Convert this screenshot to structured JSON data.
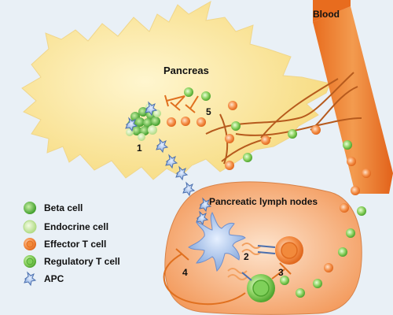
{
  "labels": {
    "pancreas": "Pancreas",
    "blood": "Blood",
    "lymph_nodes": "Pancreatic lymph nodes"
  },
  "step_numbers": {
    "step1": "1",
    "step2": "2",
    "step3": "3",
    "step4": "4",
    "step5": "5"
  },
  "legend": [
    {
      "label": "Beta cell",
      "icon": "beta-cell-icon"
    },
    {
      "label": "Endocrine cell",
      "icon": "endocrine-cell-icon"
    },
    {
      "label": "Effector T cell",
      "icon": "effector-t-cell-icon"
    },
    {
      "label": "Regulatory T cell",
      "icon": "regulatory-t-cell-icon"
    },
    {
      "label": "APC",
      "icon": "apc-icon"
    }
  ],
  "colors": {
    "background": "#e9f0f6",
    "pancreas_fill": "#fbe9a6",
    "blood_vessel": "#e9782a",
    "lymph_node_fill": "#f7b98a",
    "beta_cell": "#6cc24a",
    "endocrine_cell": "#c6e8a0",
    "effector_t_cell": "#f28a3c",
    "regulatory_t_cell": "#7fd05a",
    "apc": "#a9c6ec",
    "inhibition": "#e0701f"
  }
}
